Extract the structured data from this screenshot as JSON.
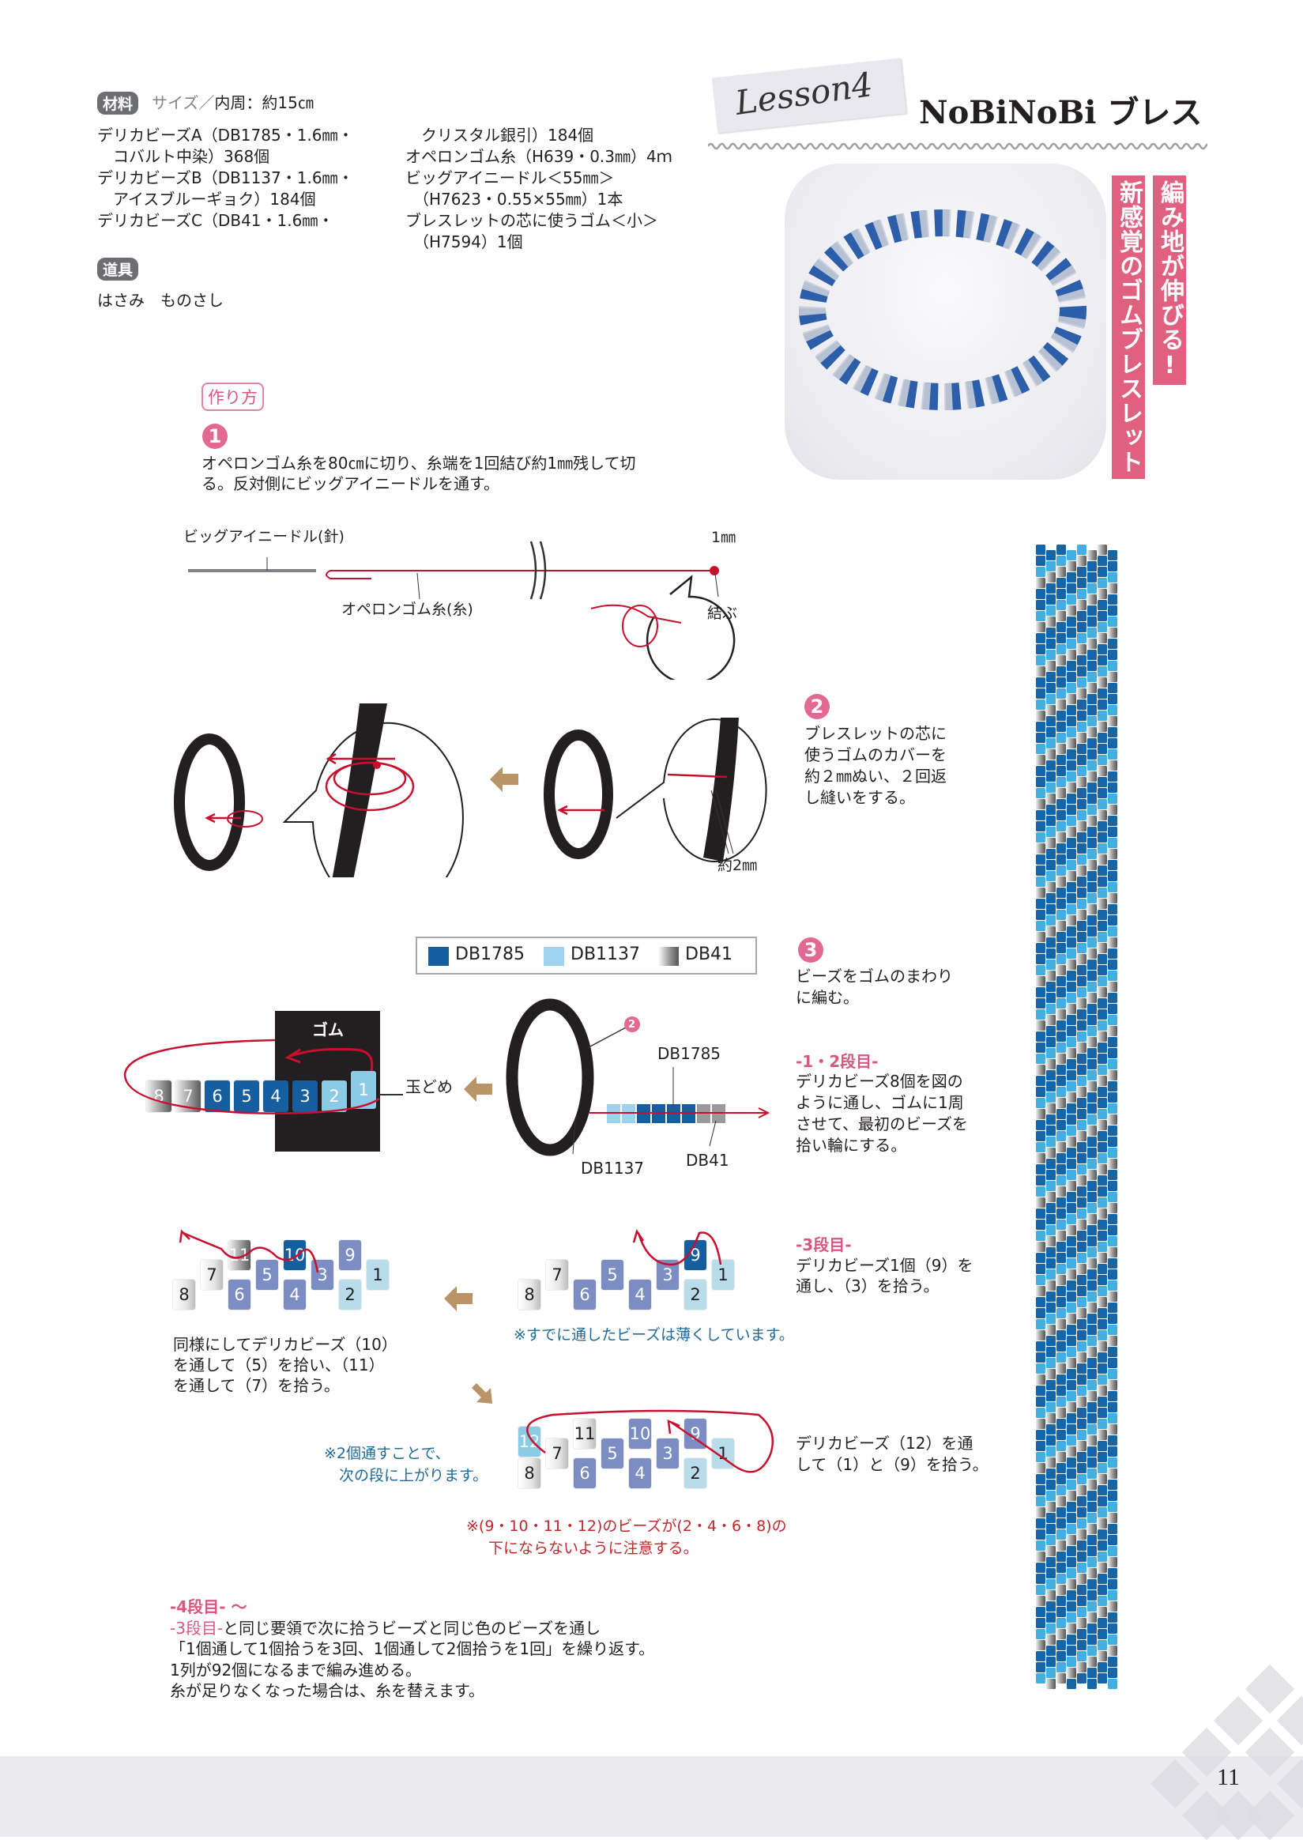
{
  "header": {
    "lesson": "Lesson4",
    "title": "NoBiNoBi ブレス",
    "tagline1": "編み地が伸びる!",
    "tagline2": "新感覚のゴムブレスレット"
  },
  "materials": {
    "badge": "材料",
    "size_label": "サイズ／",
    "size_value": "内周：約15㎝",
    "left": [
      "デリカビーズA（DB1785・1.6㎜・",
      "　コバルト中染）368個",
      "デリカビーズB（DB1137・1.6㎜・",
      "　アイスブルーギョク）184個",
      "デリカビーズC（DB41・1.6㎜・"
    ],
    "right": [
      "　クリスタル銀引）184個",
      "オペロンゴム糸（H639・0.3㎜）4ｍ",
      "ビッグアイニードル＜55㎜＞",
      "　（H7623・0.55×55㎜）1本",
      "ブレスレットの芯に使うゴム＜小＞",
      "　（H7594）1個"
    ]
  },
  "tools": {
    "badge": "道具",
    "items": "はさみ　ものさし"
  },
  "howto": {
    "badge": "作り方"
  },
  "step1": {
    "num": "1",
    "lines": [
      "オペロンゴム糸を80㎝に切り、糸端を1回結び約1㎜残して切",
      "る。反対側にビッグアイニードルを通す。"
    ],
    "label_needle": "ビッグアイニードル(針)",
    "label_thread": "オペロンゴム糸(糸)",
    "label_1mm": "1㎜",
    "label_knot": "結ぶ"
  },
  "step2": {
    "num": "2",
    "lines": [
      "ブレスレットの芯に",
      "使うゴムのカバーを",
      "約２㎜ぬい、２回返",
      "し縫いをする。"
    ],
    "label_2mm": "約2㎜"
  },
  "legend": {
    "items": [
      {
        "label": "DB1785",
        "color": "#155ea0"
      },
      {
        "label": "DB1137",
        "color": "#9dd3ec"
      },
      {
        "label": "DB41",
        "color": "silver"
      }
    ]
  },
  "step3": {
    "num": "3",
    "lines": [
      "ビーズをゴムのまわり",
      "に編む。"
    ],
    "gum_label": "ゴム",
    "tamadome": "玉どめ",
    "ring_ref": "2",
    "label_db1785": "DB1785",
    "label_db1137": "DB1137",
    "label_db41": "DB41",
    "row12_title": "-1・2段目-",
    "row12_lines": [
      "デリカビーズ8個を図の",
      "ように通し、ゴムに1周",
      "させて、最初のビーズを",
      "拾い輪にする。"
    ],
    "row3_title": "-3段目-",
    "row3_lines": [
      "デリカビーズ1個（9）を",
      "通し、（3）を拾う。"
    ],
    "faded_note": "※すでに通したビーズは薄くしています。",
    "similar_lines": [
      "同様にしてデリカビーズ（10）",
      "を通して（5）を拾い、（11）",
      "を通して（7）を拾う。"
    ],
    "up_note": [
      "※2個通すことで、",
      "　次の段に上がります。"
    ],
    "bead12_lines": [
      "デリカビーズ（12）を通",
      "して（1）と（9）を拾う。"
    ],
    "caution": [
      "※(9・10・11・12)のビーズが(2・4・6・8)の",
      "下にならないように注意する。"
    ]
  },
  "bead_rows": {
    "gum_row": [
      {
        "n": "8",
        "c": "S"
      },
      {
        "n": "7",
        "c": "S"
      },
      {
        "n": "6",
        "c": "D"
      },
      {
        "n": "5",
        "c": "D"
      },
      {
        "n": "4",
        "c": "D"
      },
      {
        "n": "3",
        "c": "D"
      },
      {
        "n": "2",
        "c": "L"
      },
      {
        "n": "1",
        "c": "L"
      }
    ],
    "row3_right": [
      {
        "n": "8",
        "col": 0,
        "lv": 0,
        "c": "fs"
      },
      {
        "n": "7",
        "col": 1,
        "lv": 1,
        "c": "fs"
      },
      {
        "n": "6",
        "col": 2,
        "lv": 0,
        "c": "fd"
      },
      {
        "n": "5",
        "col": 3,
        "lv": 1,
        "c": "fd"
      },
      {
        "n": "4",
        "col": 4,
        "lv": 0,
        "c": "fd"
      },
      {
        "n": "3",
        "col": 5,
        "lv": 1,
        "c": "fd"
      },
      {
        "n": "2",
        "col": 6,
        "lv": 0,
        "c": "fl"
      },
      {
        "n": "1",
        "col": 7,
        "lv": 1,
        "c": "fl"
      },
      {
        "n": "9",
        "col": 6,
        "lv": 2,
        "c": "D"
      }
    ],
    "row3_left": [
      {
        "n": "8",
        "col": 0,
        "lv": 0,
        "c": "fs"
      },
      {
        "n": "7",
        "col": 1,
        "lv": 1,
        "c": "fs"
      },
      {
        "n": "6",
        "col": 2,
        "lv": 0,
        "c": "fd"
      },
      {
        "n": "5",
        "col": 3,
        "lv": 1,
        "c": "fd"
      },
      {
        "n": "4",
        "col": 4,
        "lv": 0,
        "c": "fd"
      },
      {
        "n": "3",
        "col": 5,
        "lv": 1,
        "c": "fd"
      },
      {
        "n": "2",
        "col": 6,
        "lv": 0,
        "c": "fl"
      },
      {
        "n": "1",
        "col": 7,
        "lv": 1,
        "c": "fl"
      },
      {
        "n": "9",
        "col": 6,
        "lv": 2,
        "c": "fd"
      },
      {
        "n": "10",
        "col": 4,
        "lv": 2,
        "c": "D"
      },
      {
        "n": "11",
        "col": 2,
        "lv": 2,
        "c": "S"
      }
    ],
    "row3_bottom": [
      {
        "n": "8",
        "col": 0,
        "lv": 0,
        "c": "fs"
      },
      {
        "n": "7",
        "col": 1,
        "lv": 1,
        "c": "fs"
      },
      {
        "n": "6",
        "col": 2,
        "lv": 0,
        "c": "fd"
      },
      {
        "n": "5",
        "col": 3,
        "lv": 1,
        "c": "fd"
      },
      {
        "n": "4",
        "col": 4,
        "lv": 0,
        "c": "fd"
      },
      {
        "n": "3",
        "col": 5,
        "lv": 1,
        "c": "fd"
      },
      {
        "n": "2",
        "col": 6,
        "lv": 0,
        "c": "fl"
      },
      {
        "n": "1",
        "col": 7,
        "lv": 1,
        "c": "fl"
      },
      {
        "n": "9",
        "col": 6,
        "lv": 2,
        "c": "fd"
      },
      {
        "n": "10",
        "col": 4,
        "lv": 2,
        "c": "fd"
      },
      {
        "n": "11",
        "col": 2,
        "lv": 2,
        "c": "fs"
      },
      {
        "n": "12",
        "col": 0,
        "lv": 1.6,
        "c": "L"
      }
    ]
  },
  "row4": {
    "title": "-4段目- ～",
    "ref": "-3段目-",
    "line1": "と同じ要領で次に拾うビーズと同じ色のビーズを通し",
    "line2": "「1個通して1個拾うを3回、1個通して2個拾うを1回」を繰り返す。",
    "line3": "1列が92個になるまで編み進める。",
    "line4": "糸が足りなくなった場合は、糸を替えます。"
  },
  "colors": {
    "dark": "#155ea0",
    "light": "#8ccbe6",
    "accent_pink": "#e0607f",
    "thread_red": "#c8102e"
  },
  "page_number": "11"
}
